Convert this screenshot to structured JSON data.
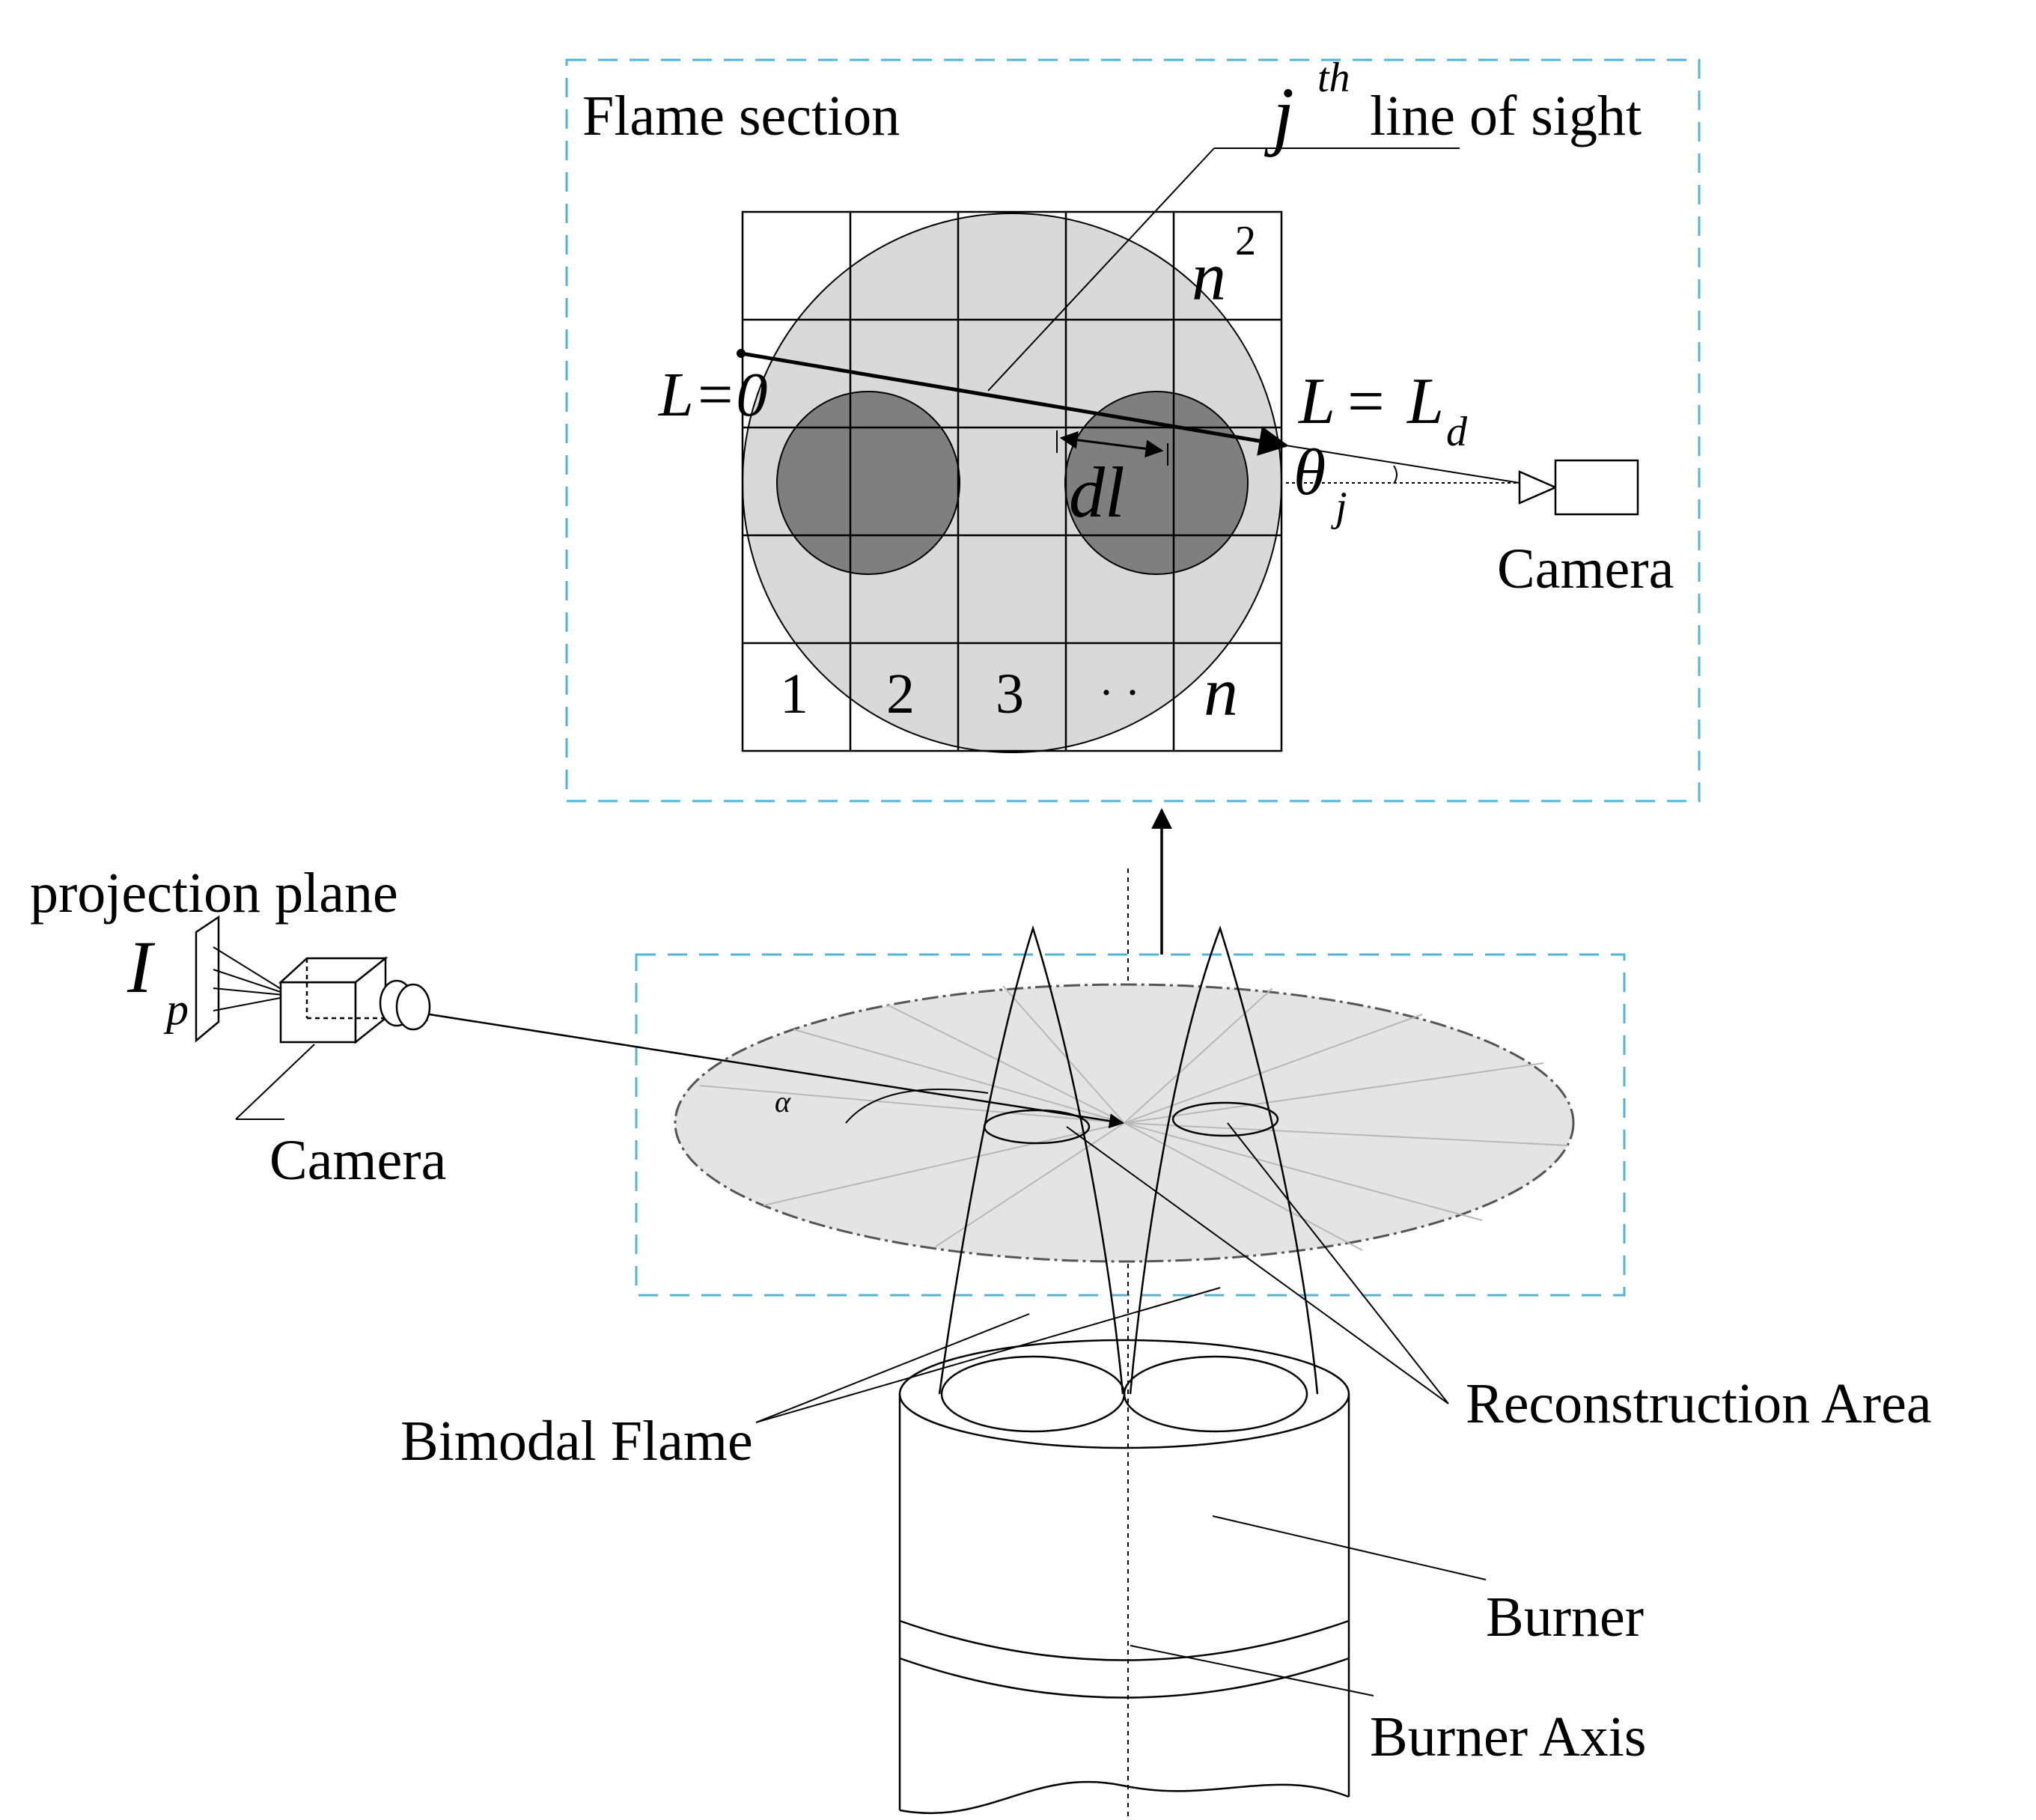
{
  "flame_section": {
    "title": "Flame section",
    "line_of_sight": {
      "j": "j",
      "th": "th",
      "text": "line of sight"
    },
    "grid": {
      "n_squared_base": "n",
      "n_squared_exp": "2",
      "bottom_row": [
        "1",
        "2",
        "3",
        "· ·",
        "n"
      ]
    },
    "labels": {
      "L0": "L=0",
      "Ld_L": "L",
      "Ld_eq": "=",
      "Ld_base": "L",
      "Ld_sub": "d",
      "dl": "dl",
      "theta": "θ",
      "theta_sub": "j",
      "camera": "Camera"
    }
  },
  "setup": {
    "projection_plane": "projection plane",
    "Ip_base": "I",
    "Ip_sub": "p",
    "camera": "Camera",
    "alpha": "α",
    "bimodal_flame": "Bimodal Flame",
    "reconstruction_area": "Reconstruction Area",
    "burner": "Burner",
    "burner_axis": "Burner Axis"
  },
  "colors": {
    "frame_dashed": "#4fb6d8",
    "flame_disc": "#d9d9d9",
    "flame_core": "#7f7f7f",
    "plane_fill": "#e4e4e4",
    "ink": "#000000"
  }
}
